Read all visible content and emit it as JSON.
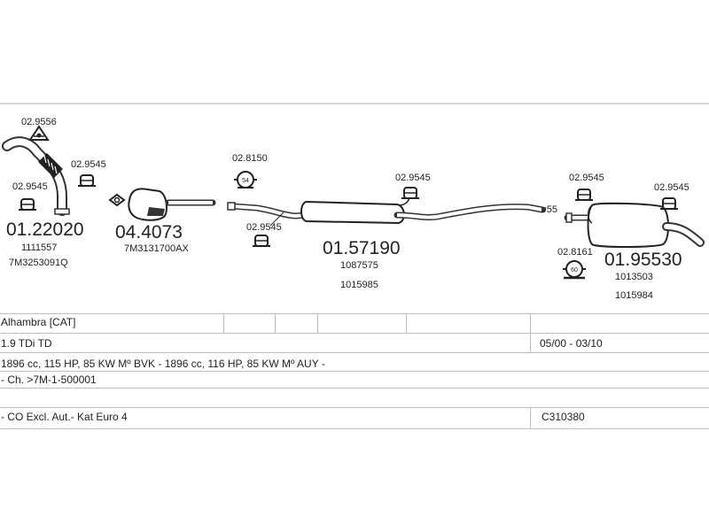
{
  "parts": {
    "bracket_a": "02.9556",
    "bracket_b": "02.9545",
    "bracket_c": "02.9545",
    "front_pipe": {
      "code": "01.22020",
      "ref1": "1111557",
      "ref2": "7M3253091Q"
    },
    "catalyst": {
      "code": "04.4073",
      "ref1": "7M3131700AX"
    },
    "clamp_a": "02.8150",
    "clamp_a_label": "54",
    "bracket_d": "02.9545",
    "bracket_e": "02.9545",
    "middle_muffler": {
      "code": "01.57190",
      "ref1": "1087575",
      "ref2": "1015985"
    },
    "pipe_diameter": "ø55",
    "bracket_f": "02.9545",
    "bracket_g": "02.9545",
    "clamp_b": "02.8161",
    "clamp_b_label": "60",
    "rear_muffler": {
      "code": "01.95530",
      "ref1": "1013503",
      "ref2": "1015984"
    }
  },
  "table": {
    "model": "Alhambra  [CAT]",
    "engine": "1.9 TDi TD",
    "date_range": "05/00 - 03/10",
    "engine_specs": "1896 cc, 115 HP, 85 KW Mº BVK -  1896 cc, 116 HP, 85 KW Mº AUY -",
    "chassis": "- Ch. >7M-1-500001",
    "notes": "- CO Excl. Aut.- Kat Euro 4",
    "catalog_code": "C310380"
  }
}
